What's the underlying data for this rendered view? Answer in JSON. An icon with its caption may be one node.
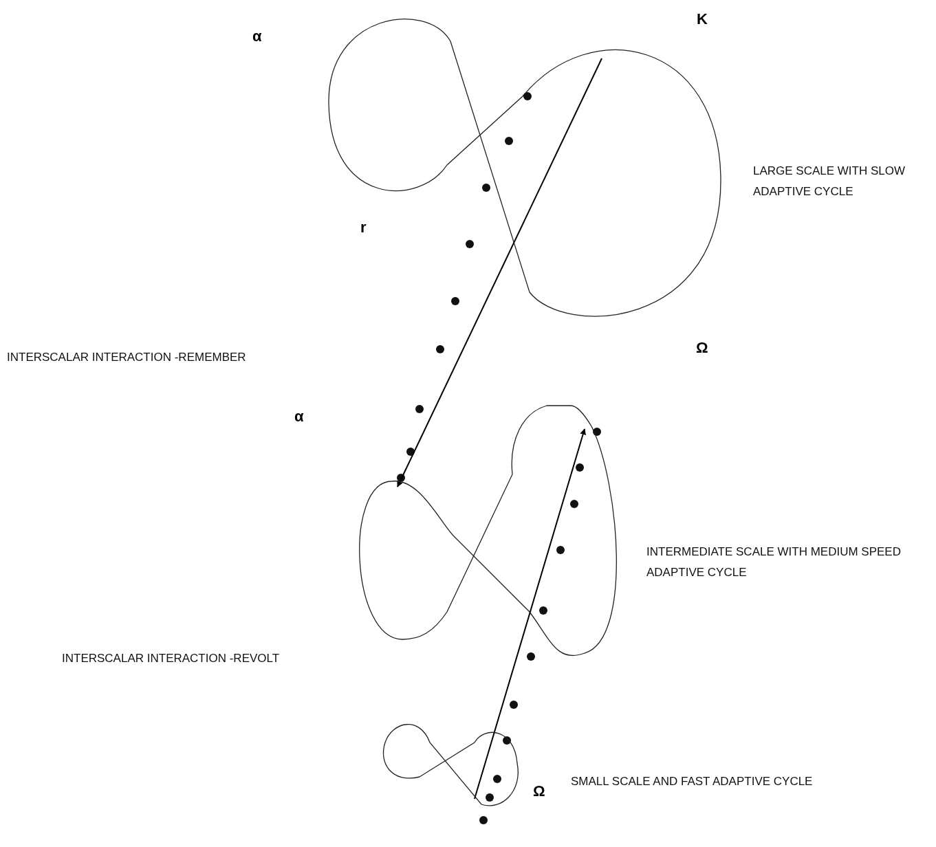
{
  "diagram": {
    "nodes": [
      {
        "text": [],
        "shape": "loop",
        "beside": [
          "LARGE SCALE WITH SLOW ADAPTIVE CYCLE"
        ]
      },
      {
        "text": [],
        "shape": "loop",
        "beside": [
          "INTERMEDIATE SCALE WITH MEDIUM SPEED ADAPTIVE CYCLE"
        ]
      },
      {
        "text": [],
        "shape": "loop"
      }
    ],
    "edges": [
      {
        "from": 0,
        "to": 1,
        "arrow": "to"
      },
      {
        "from": 2,
        "to": 1,
        "arrow": "to"
      }
    ],
    "labels": [
      "α",
      "K",
      "r",
      "INTERSCALAR INTERACTION -REMEMBER",
      "Ω",
      "α",
      "INTERSCALAR INTERACTION -REVOLT",
      "SMALL SCALE AND FAST ADAPTIVE CYCLE",
      "Ω"
    ]
  }
}
